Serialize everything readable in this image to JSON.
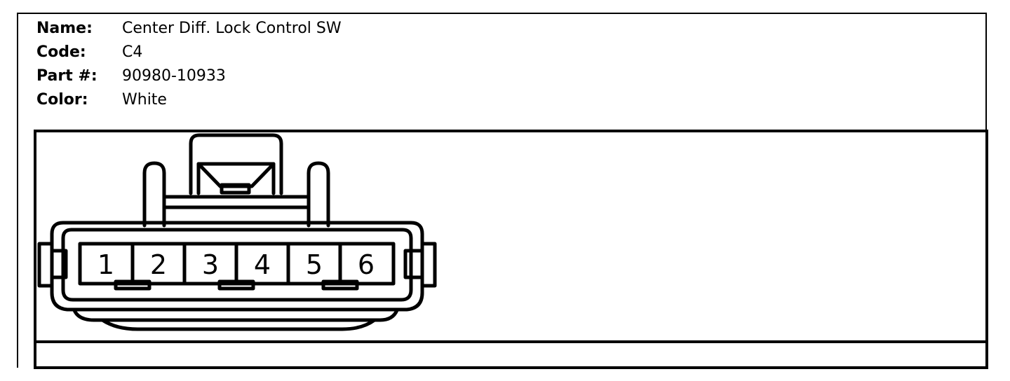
{
  "info": {
    "name_label": "Name:",
    "name_value": "Center Diff. Lock Control SW",
    "code_label": "Code:",
    "code_value": "C4",
    "part_label": "Part #:",
    "part_value": "90980-10933",
    "color_label": "Color:",
    "color_value": "White"
  },
  "connector": {
    "pins": [
      "1",
      "2",
      "3",
      "4",
      "5",
      "6"
    ]
  }
}
